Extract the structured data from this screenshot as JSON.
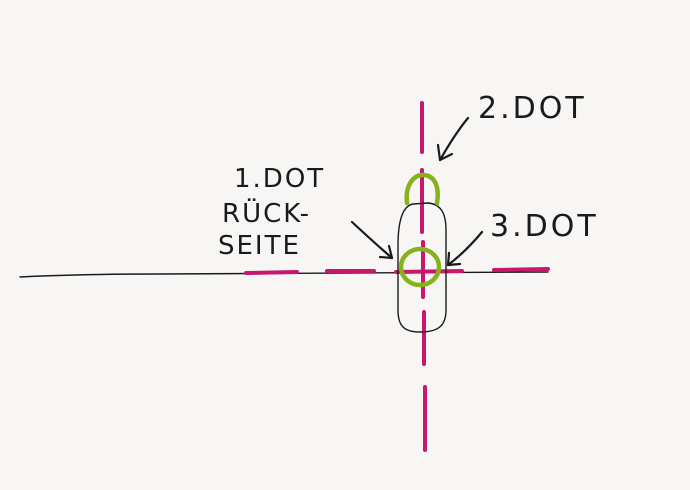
{
  "labels": {
    "dot2": "2.DOT",
    "dot1": "1.DOT",
    "back_line1": "RÜCK-",
    "back_line2": "SEITE",
    "dot3": "3.DOT"
  },
  "colors": {
    "background": "#f7f6f4",
    "ink": "#1a1a1a",
    "magenta": "#c8186e",
    "green": "#86b21a"
  }
}
